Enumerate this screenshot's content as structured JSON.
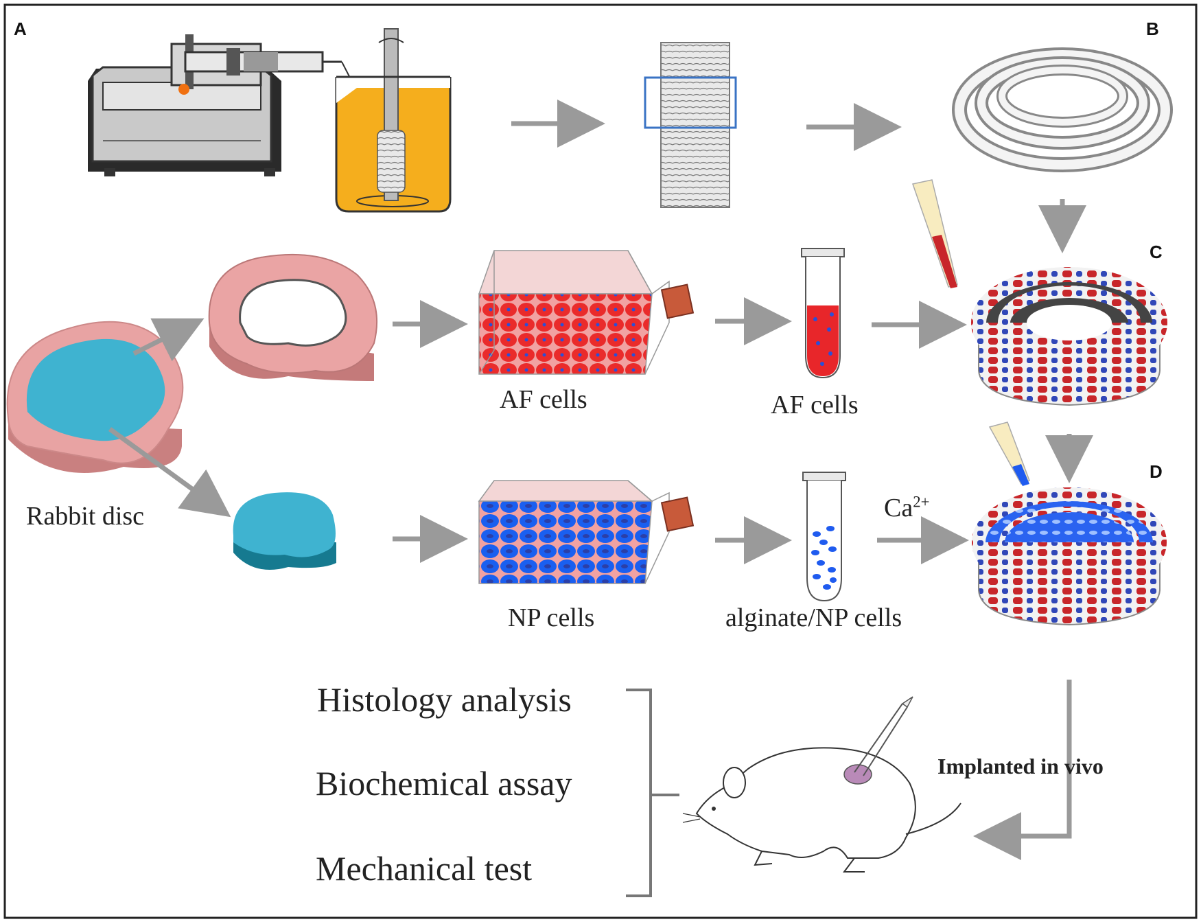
{
  "panels": {
    "a": "A",
    "b": "B",
    "c": "C",
    "d": "D"
  },
  "labels": {
    "rabbit_disc": "Rabbit disc",
    "af_cells_flask": "AF cells",
    "af_cells_tube": "AF cells",
    "np_cells_flask": "NP cells",
    "alginate_np_cells": "alginate/NP cells",
    "calcium_base": "Ca",
    "calcium_charge": "2+",
    "implanted": "Implanted in vivo"
  },
  "analyses": [
    "Histology analysis",
    "Biochemical assay",
    "Mechanical test"
  ],
  "colors": {
    "arrow": "#999999",
    "disc_pink": "#e8a3a3",
    "nucleus_cyan": "#3fb3d0",
    "af_red": "#e8262a",
    "np_blue": "#1f5bef",
    "bath_orange": "#f5ae1d",
    "frame": "#222222",
    "blue_box": "#3a73c4"
  }
}
